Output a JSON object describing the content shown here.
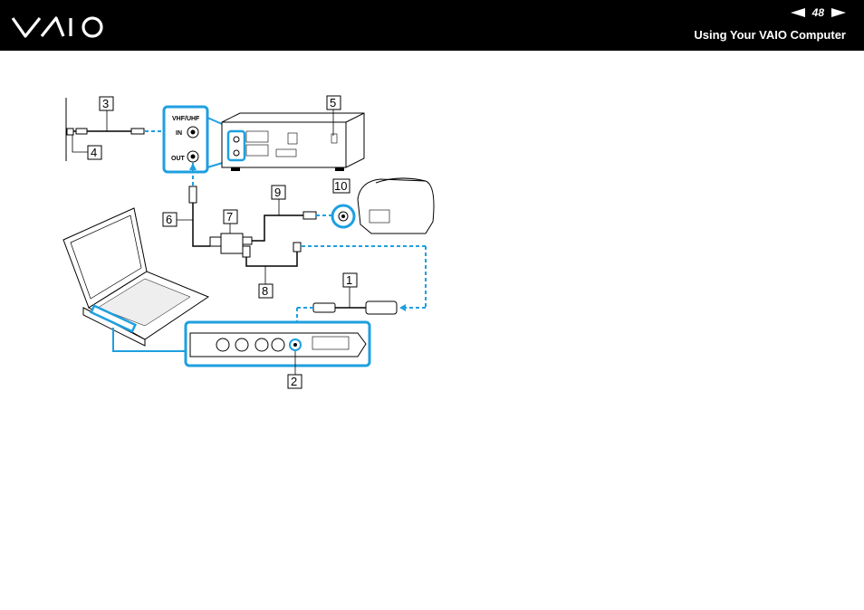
{
  "header": {
    "logo_text": "VAIO",
    "page_number": "48",
    "section_title": "Using Your VAIO Computer",
    "prev_icon": "triangle-left-icon",
    "next_icon": "triangle-right-icon"
  },
  "figure": {
    "port_labels": {
      "vhf_uhf": "VHF/UHF",
      "in": "IN",
      "out": "OUT"
    },
    "callouts": [
      "1",
      "2",
      "3",
      "4",
      "5",
      "6",
      "7",
      "8",
      "9",
      "10"
    ]
  },
  "colors": {
    "header_bg": "#000000",
    "highlight": "#1e9fe0"
  }
}
